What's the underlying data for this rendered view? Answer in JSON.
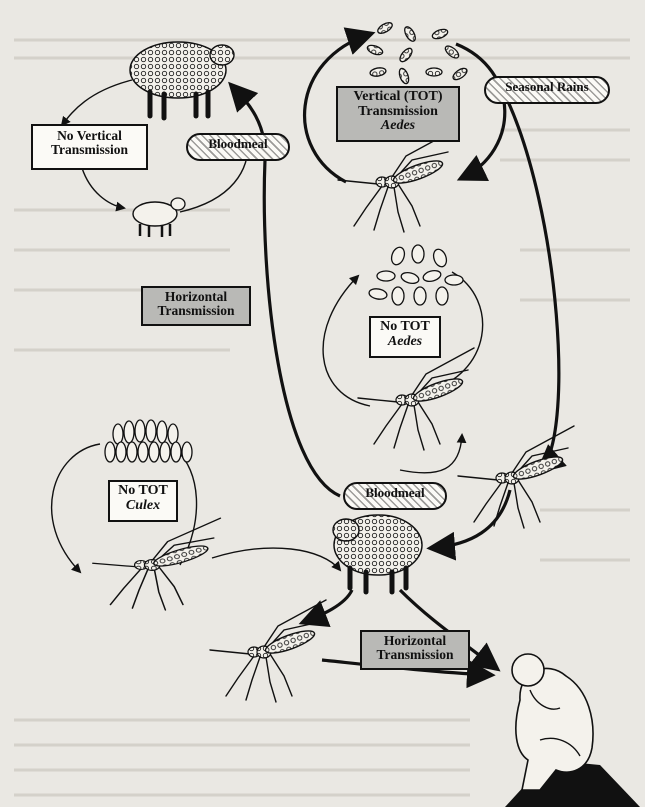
{
  "labels": {
    "no_vertical": [
      "No Vertical",
      "Transmission"
    ],
    "vertical_tot": [
      "Vertical (TOT)",
      "Transmission",
      "Aedes"
    ],
    "seasonal_rains": "Seasonal Rains",
    "bloodmeal_top": "Bloodmeal",
    "horizontal_left": [
      "Horizontal",
      "Transmission"
    ],
    "no_tot_aedes": [
      "No TOT",
      "Aedes"
    ],
    "bloodmeal_bottom": "Bloodmeal",
    "no_tot_culex": [
      "No TOT",
      "Culex"
    ],
    "horizontal_bottom": [
      "Horizontal",
      "Transmission"
    ]
  },
  "icons": [
    "sheep-icon",
    "lamb-icon",
    "aedes-eggs-icon",
    "mosquito-icon",
    "culex-egg-raft-icon",
    "human-thinker-icon"
  ],
  "colors": {
    "background": "#eae8e3",
    "ink": "#111111",
    "grey_box": "#b9b9b6",
    "white_box": "#fbfaf6"
  }
}
